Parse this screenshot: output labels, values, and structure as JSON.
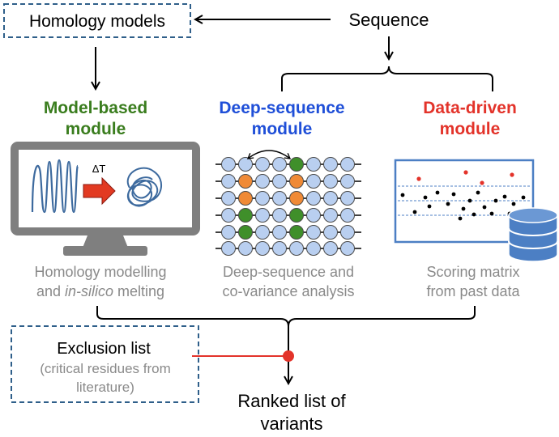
{
  "colors": {
    "model": "#3a7d1e",
    "deep": "#1f4fd8",
    "data": "#e3332a",
    "dashed_border": "#2f5f8a",
    "grey_text": "#8a8a8a",
    "monitor": "#7f7f7f",
    "protein_line": "#3d6a9e",
    "circle_blue": "#b9cff0",
    "circle_orange": "#f08a36",
    "circle_green": "#3f8f2a",
    "db_blue": "#4c7fc4"
  },
  "sequence": "Sequence",
  "homology_models": "Homology models",
  "modules": {
    "model": {
      "line1": "Model-based",
      "line2": "module"
    },
    "deep": {
      "line1": "Deep-sequence",
      "line2": "module"
    },
    "data": {
      "line1": "Data-driven",
      "line2": "module"
    }
  },
  "descriptions": {
    "model": {
      "line1": "Homology modelling",
      "line2_prefix": "and ",
      "line2_italic": "in-silico",
      "line2_suffix": " melting"
    },
    "deep": {
      "line1": "Deep-sequence and",
      "line2": "co-variance analysis"
    },
    "data": {
      "line1": "Scoring matrix",
      "line2": "from past data"
    }
  },
  "delta_t": "ΔT",
  "exclusion": {
    "title": "Exclusion list",
    "sub1": "(critical residues from",
    "sub2": "literature)"
  },
  "ranked": {
    "line1": "Ranked list of",
    "line2": "variants"
  },
  "icons": {
    "monitor": "monitor-icon",
    "msa": "sequence-alignment-icon",
    "scatter": "scatter-plot-icon",
    "database": "database-icon"
  }
}
